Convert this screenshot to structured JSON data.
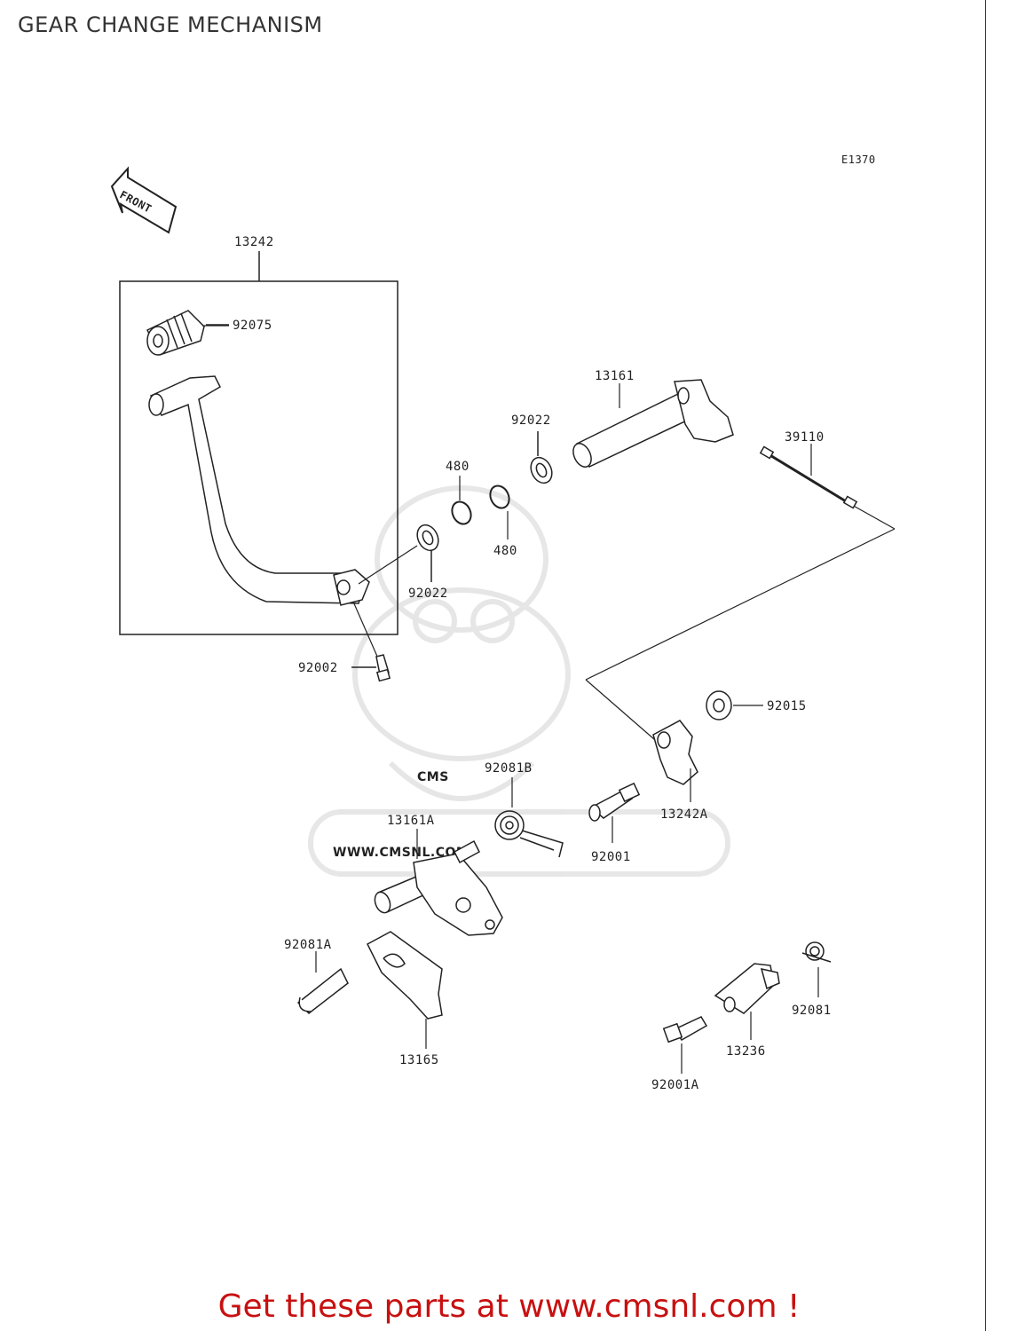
{
  "page": {
    "title": "GEAR CHANGE MECHANISM"
  },
  "diagram": {
    "code": "E1370",
    "front_label": "FRONT",
    "watermark": {
      "logo": "CMS",
      "url": "WWW.CMSNL.COM",
      "icon": "cms-mascot-watermark"
    },
    "parts": [
      "13242",
      "92075",
      "13161",
      "92022",
      "39110",
      "480",
      "480",
      "92022",
      "92002",
      "92015",
      "92081B",
      "13161A",
      "13242A",
      "92001",
      "92081A",
      "13165",
      "92081",
      "13236",
      "92001A"
    ]
  },
  "cta": {
    "prefix": "Get these parts at ",
    "link": "www.cmsnl.com",
    "suffix": " !"
  }
}
